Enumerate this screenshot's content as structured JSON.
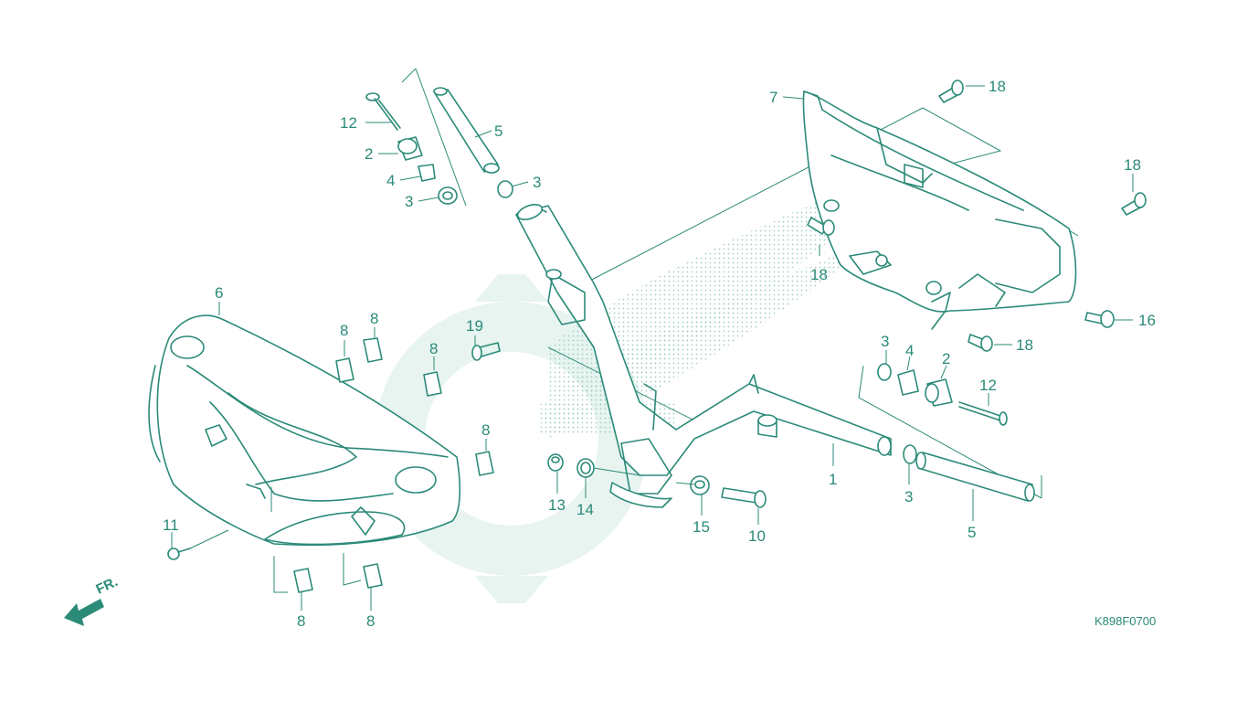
{
  "diagram": {
    "code": "K898F0700",
    "direction_label": "FR.",
    "watermark_icon": "wing-logo-watermark-icon",
    "colors": {
      "line": "#2b8a78",
      "watermark": "#cfe8e1",
      "background": "#ffffff"
    },
    "callouts": [
      {
        "id": "c12a",
        "text": "12"
      },
      {
        "id": "c2a",
        "text": "2"
      },
      {
        "id": "c4a",
        "text": "4"
      },
      {
        "id": "c3a",
        "text": "3"
      },
      {
        "id": "c5a",
        "text": "5"
      },
      {
        "id": "c3b",
        "text": "3"
      },
      {
        "id": "c7",
        "text": "7"
      },
      {
        "id": "c18a",
        "text": "18"
      },
      {
        "id": "c18b",
        "text": "18"
      },
      {
        "id": "c18c",
        "text": "18"
      },
      {
        "id": "c16",
        "text": "16"
      },
      {
        "id": "c18d",
        "text": "18"
      },
      {
        "id": "c6",
        "text": "6"
      },
      {
        "id": "c8a",
        "text": "8"
      },
      {
        "id": "c8b",
        "text": "8"
      },
      {
        "id": "c8c",
        "text": "8"
      },
      {
        "id": "c19",
        "text": "19"
      },
      {
        "id": "c8d",
        "text": "8"
      },
      {
        "id": "c3c",
        "text": "3"
      },
      {
        "id": "c4b",
        "text": "4"
      },
      {
        "id": "c2b",
        "text": "2"
      },
      {
        "id": "c12b",
        "text": "12"
      },
      {
        "id": "c1",
        "text": "1"
      },
      {
        "id": "c3d",
        "text": "3"
      },
      {
        "id": "c5b",
        "text": "5"
      },
      {
        "id": "c13",
        "text": "13"
      },
      {
        "id": "c14",
        "text": "14"
      },
      {
        "id": "c15",
        "text": "15"
      },
      {
        "id": "c10",
        "text": "10"
      },
      {
        "id": "c11",
        "text": "11"
      },
      {
        "id": "c8e",
        "text": "8"
      },
      {
        "id": "c8f",
        "text": "8"
      }
    ]
  }
}
